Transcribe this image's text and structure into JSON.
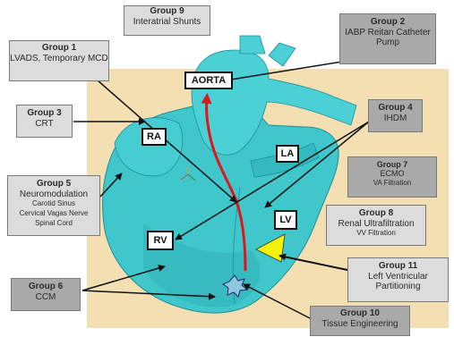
{
  "groups": [
    {
      "id": "g1",
      "title": "Group 1",
      "desc": "LVADS, Temporary MCD",
      "sub": []
    },
    {
      "id": "g2",
      "title": "Group 2",
      "desc": "IABP Reitan Catheter Pump",
      "sub": []
    },
    {
      "id": "g3",
      "title": "Group 3",
      "desc": "CRT",
      "sub": []
    },
    {
      "id": "g4",
      "title": "Group 4",
      "desc": "IHDM",
      "sub": []
    },
    {
      "id": "g5",
      "title": "Group 5",
      "desc": "Neuromodulation",
      "sub": [
        "Carotid Sinus",
        "Cervical Vagas Nerve",
        "Spinal Cord"
      ]
    },
    {
      "id": "g6",
      "title": "Group 6",
      "desc": "CCM",
      "sub": []
    },
    {
      "id": "g7",
      "title": "Group 7",
      "desc": "ECMO",
      "sub": [
        "VA Filtration"
      ]
    },
    {
      "id": "g8",
      "title": "Group 8",
      "desc": "Renal Ultrafiltration",
      "sub": [
        "VV Filtration"
      ]
    },
    {
      "id": "g9",
      "title": "Group 9",
      "desc": "Interatrial Shunts",
      "sub": []
    },
    {
      "id": "g10",
      "title": "Group 10",
      "desc": "Tissue Engineering",
      "sub": []
    },
    {
      "id": "g11",
      "title": "Group 11",
      "desc": "Left Ventricular Partitioning",
      "sub": []
    }
  ],
  "anatomy": {
    "aorta": "AORTA",
    "ra": "RA",
    "la": "LA",
    "rv": "RV",
    "lv": "LV"
  },
  "colors": {
    "heart": "#3fc7cc",
    "heart_shadow": "#1e8f96",
    "backdrop": "#f3dfb2",
    "red_path": "#e0161b",
    "partition_triangle": "#f5f20a",
    "box_dark": "#a9a9a9",
    "box_light": "#dcdcdc"
  }
}
